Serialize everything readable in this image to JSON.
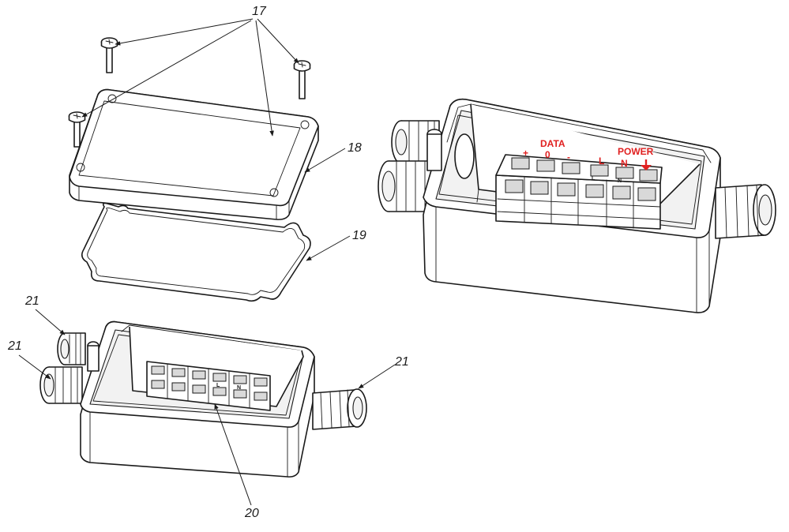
{
  "callouts": {
    "c17": "17",
    "c18": "18",
    "c19": "19",
    "c20": "20",
    "c21a": "21",
    "c21b": "21",
    "c21c": "21"
  },
  "terminal_labels": {
    "data": "DATA",
    "power": "POWER",
    "plus": "+",
    "zero": "0",
    "minus": "-",
    "l": "L",
    "n": "N",
    "earth_icon": "earth-ground-icon"
  },
  "small_marks": {
    "l": "L",
    "n": "N"
  },
  "colors": {
    "line": "#1a1a1a",
    "accent_red": "#e02020"
  }
}
